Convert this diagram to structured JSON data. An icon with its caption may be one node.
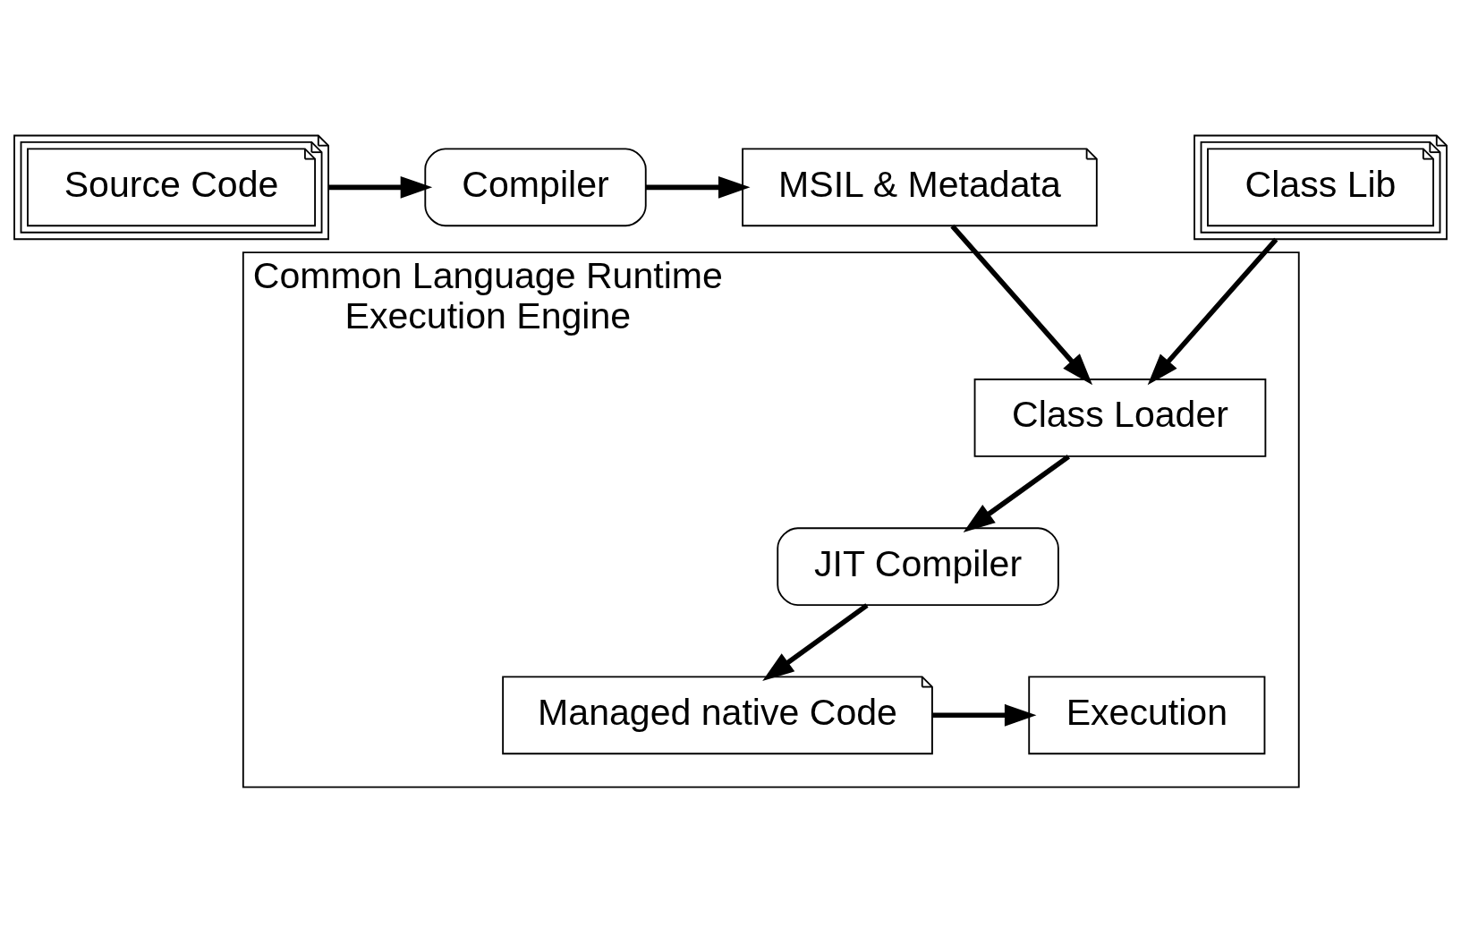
{
  "diagram": {
    "nodes": [
      {
        "text": [
          "Source Code"
        ]
      },
      {
        "text": [
          "Compiler"
        ]
      },
      {
        "text": [
          "MSIL & Metadata"
        ]
      },
      {
        "text": [
          "Common Language Runtime Execution Engine"
        ]
      },
      {
        "text": [
          "Class Loader"
        ],
        "in": 3
      },
      {
        "text": [
          "Class Lib"
        ]
      },
      {
        "text": [
          "JIT Compiler"
        ],
        "in": 3
      },
      {
        "text": [
          "Managed native Code"
        ],
        "in": 3
      },
      {
        "text": [
          "Execution"
        ],
        "in": 3
      }
    ],
    "edges": [
      {
        "from": 0,
        "to": 1,
        "arrow": "to"
      },
      {
        "from": 1,
        "to": 2,
        "arrow": "to"
      },
      {
        "from": 2,
        "to": 4,
        "arrow": "to"
      },
      {
        "from": 5,
        "to": 4,
        "arrow": "to"
      },
      {
        "from": 4,
        "to": 6,
        "arrow": "to"
      },
      {
        "from": 6,
        "to": 7,
        "arrow": "to"
      },
      {
        "from": 7,
        "to": 8,
        "arrow": "to"
      }
    ]
  }
}
